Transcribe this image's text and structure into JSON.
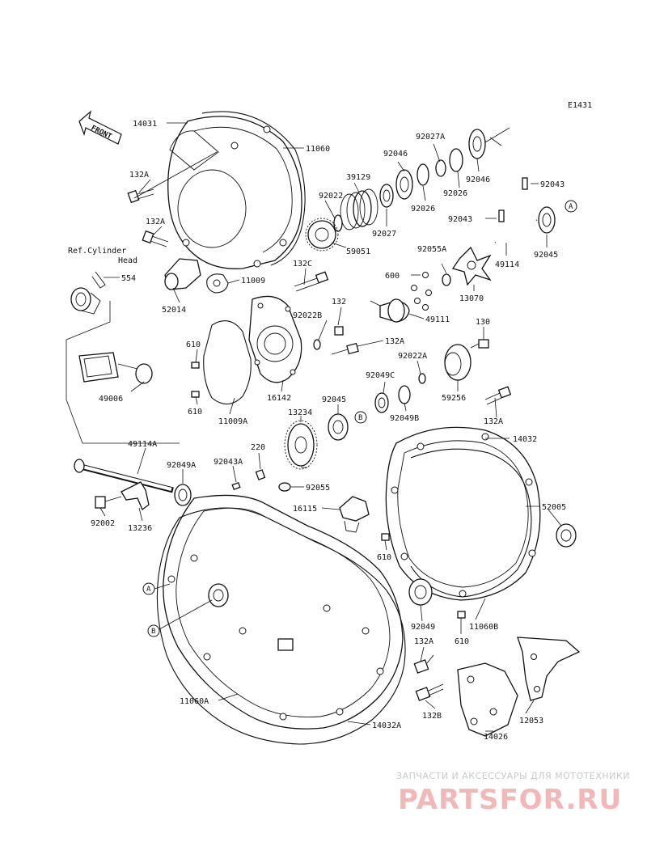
{
  "diagram_code": "E1431",
  "front_marker": "FRONT",
  "ref_note_line1": "Ref.Cylinder",
  "ref_note_line2": "Head",
  "ref_markers": {
    "a": "A",
    "b": "B"
  },
  "parts": {
    "p14031": "14031",
    "p11060": "11060",
    "p132A_1": "132A",
    "p132A_2": "132A",
    "p39129": "39129",
    "p92022": "92022",
    "p92046_a": "92046",
    "p92027A": "92027A",
    "p92026_a": "92026",
    "p92026_b": "92026",
    "p92046_b": "92046",
    "p92027": "92027",
    "p92043_a": "92043",
    "p92043_b": "92043",
    "p92045_a": "92045",
    "p59051": "59051",
    "p92055A": "92055A",
    "p49114": "49114",
    "p13070": "13070",
    "p600": "600",
    "p132C": "132C",
    "p11009": "11009",
    "p554": "554",
    "p52014": "52014",
    "p132": "132",
    "p49111": "49111",
    "p92022B": "92022B",
    "p130": "130",
    "p132A_3": "132A",
    "p610_a": "610",
    "p92022A": "92022A",
    "p16142": "16142",
    "p59256": "59256",
    "p49006": "49006",
    "p610_b": "610",
    "p92049C": "92049C",
    "p92045_b": "92045",
    "p11009A": "11009A",
    "p13234": "13234",
    "p92049B": "92049B",
    "p132A_4": "132A",
    "p14032": "14032",
    "p49114A": "49114A",
    "p220": "220",
    "p92049A": "92049A",
    "p92043A": "92043A",
    "p92055": "92055",
    "p16115": "16115",
    "p52005": "52005",
    "p92002": "92002",
    "p13236": "13236",
    "p610_c": "610",
    "p92049": "92049",
    "p11060B": "11060B",
    "p610_d": "610",
    "p132A_5": "132A",
    "p11060A": "11060A",
    "p132B": "132B",
    "p12053": "12053",
    "p14026": "14026",
    "p14032A": "14032A"
  },
  "watermark": {
    "tagline": "ЗАПЧАСТИ И АКСЕССУАРЫ ДЛЯ МОТОТЕХНИКИ",
    "brand": "PARTSFOR.RU"
  }
}
